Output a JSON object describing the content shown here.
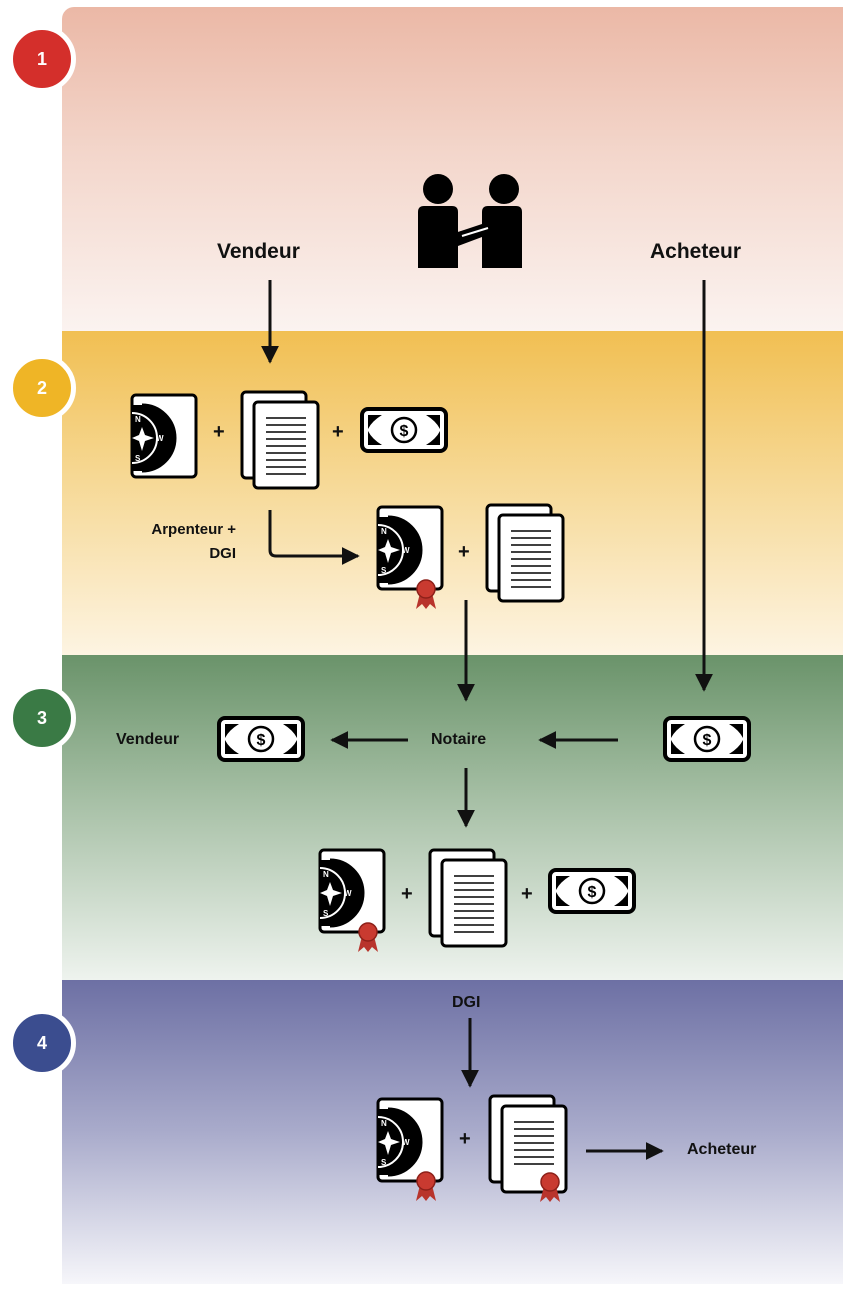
{
  "badges": [
    {
      "number": "1",
      "color": "#d42f2b"
    },
    {
      "number": "2",
      "color": "#efb526"
    },
    {
      "number": "3",
      "color": "#3a7a45"
    },
    {
      "number": "4",
      "color": "#3b4d8f"
    }
  ],
  "step1": {
    "seller": "Vendeur",
    "buyer": "Acheteur"
  },
  "step2": {
    "surveyor_dgi_line1": "Arpenteur +",
    "surveyor_dgi_line2": "DGI"
  },
  "step3": {
    "seller": "Vendeur",
    "notary": "Notaire"
  },
  "step4": {
    "dgi": "DGI",
    "buyer": "Acheteur"
  },
  "symbols": {
    "plus": "+",
    "compass_n": "N",
    "compass_w": "W",
    "compass_s": "S",
    "dollar": "$"
  },
  "icons": [
    "handshake-icon",
    "compass-document-icon",
    "document-stack-icon",
    "banknote-icon",
    "seal-icon"
  ]
}
